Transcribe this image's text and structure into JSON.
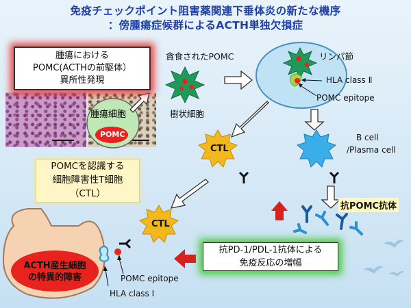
{
  "title_line1": "免疫チェックポイント阻害薬関連下垂体炎の新たな機序",
  "title_line2": "：傍腫瘍症候群によるACTH単独欠損症",
  "tumor_box": [
    "腫瘍における",
    "POMC(ACTHの前駆体）",
    "異所性発現"
  ],
  "tumor_cell_label": "腫瘍細胞",
  "pomc_label": "POMC",
  "phagocytosed_label": "貪食されたPOMC",
  "dendritic_label": "樹状細胞",
  "lymph_node_label": "リンパ節",
  "hla2_label": "HLA class Ⅱ",
  "pomc_epitope_label": "POMC epitope",
  "bcell_label": [
    "B cell",
    "/Plasma cell"
  ],
  "ctl_label": "CTL",
  "ctl_box": [
    "POMCを認識する",
    "細胞障害性T細胞",
    "（CTL）"
  ],
  "antibody_label": "抗POMC抗体",
  "pd1_box": [
    "抗PD-1/PDL-1抗体による",
    "免疫反応の増幅"
  ],
  "acth_cell_label": [
    "ACTH産生細胞",
    "の特異的障害"
  ],
  "pomc_epitope_bottom": "POMC epitope",
  "hla1_label": "HLA class Ⅰ",
  "colors": {
    "title": "#1f3ea8",
    "ctl_fill": "#f2b81c",
    "bcell_fill": "#3aaee8",
    "dendritic_fill": "#1f9a5a",
    "pomc_red": "#e8221c",
    "pituitary_fill": "#f4d2b2",
    "arrow_red": "#d8201c"
  }
}
